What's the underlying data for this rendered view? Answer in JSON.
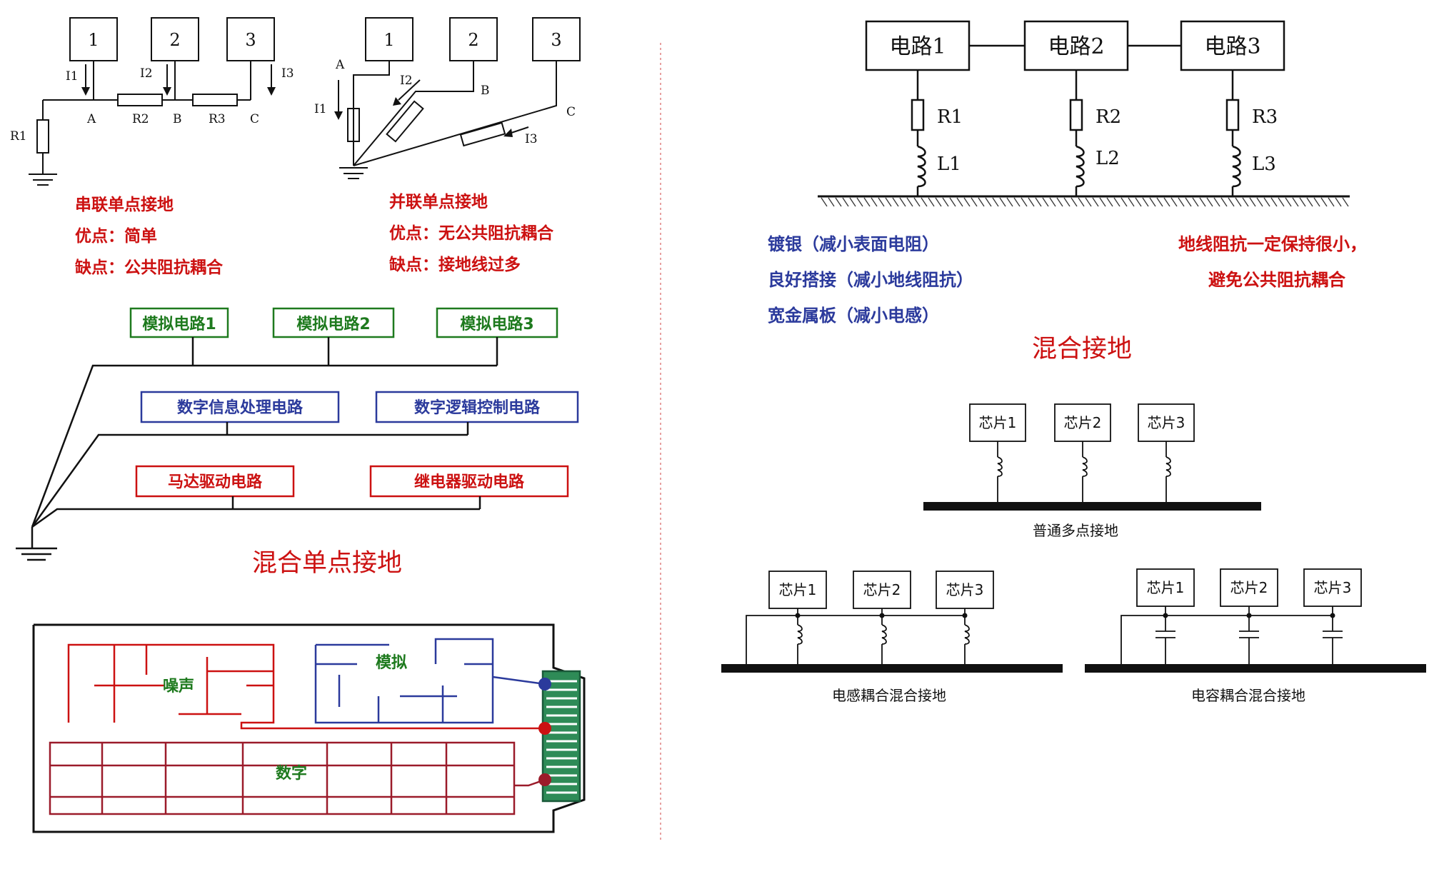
{
  "series_ground": {
    "boxes": [
      "1",
      "2",
      "3"
    ],
    "currents": [
      "I1",
      "I2",
      "I3"
    ],
    "resistors": [
      "R1",
      "R2",
      "R3"
    ],
    "nodes": [
      "A",
      "B",
      "C"
    ],
    "title": "串联单点接地",
    "pros": "优点：简单",
    "cons": "缺点：公共阻抗耦合"
  },
  "parallel_ground": {
    "boxes": [
      "1",
      "2",
      "3"
    ],
    "nodes": [
      "A",
      "B",
      "C"
    ],
    "currents": [
      "I1",
      "I2",
      "I3"
    ],
    "title": "并联单点接地",
    "pros": "优点：无公共阻抗耦合",
    "cons": "缺点：接地线过多"
  },
  "mixed_single_point": {
    "analog": [
      "模拟电路1",
      "模拟电路2",
      "模拟电路3"
    ],
    "digital": [
      "数字信息处理电路",
      "数字逻辑控制电路"
    ],
    "power": [
      "马达驱动电路",
      "继电器驱动电路"
    ],
    "title": "混合单点接地",
    "colors": {
      "analog": "#1e7a1e",
      "digital": "#2b3a9c",
      "power": "#cc1111"
    }
  },
  "pcb_layout": {
    "noise": "噪声",
    "analog": "模拟",
    "digital": "数字"
  },
  "multi_point": {
    "circuits": [
      "电路1",
      "电路2",
      "电路3"
    ],
    "resistors": [
      "R1",
      "R2",
      "R3"
    ],
    "inductors": [
      "L1",
      "L2",
      "L3"
    ],
    "notes_left": [
      "镀银（减小表面电阻）",
      "良好搭接（减小地线阻抗）",
      "宽金属板（减小电感）"
    ],
    "note_right_1": "地线阻抗一定保持很小，",
    "note_right_2": "避免公共阻抗耦合"
  },
  "mixed_ground": {
    "title": "混合接地",
    "chips": [
      "芯片1",
      "芯片2",
      "芯片3"
    ],
    "normal_label": "普通多点接地",
    "inductive_label": "电感耦合混合接地",
    "capacitive_label": "电容耦合混合接地"
  }
}
